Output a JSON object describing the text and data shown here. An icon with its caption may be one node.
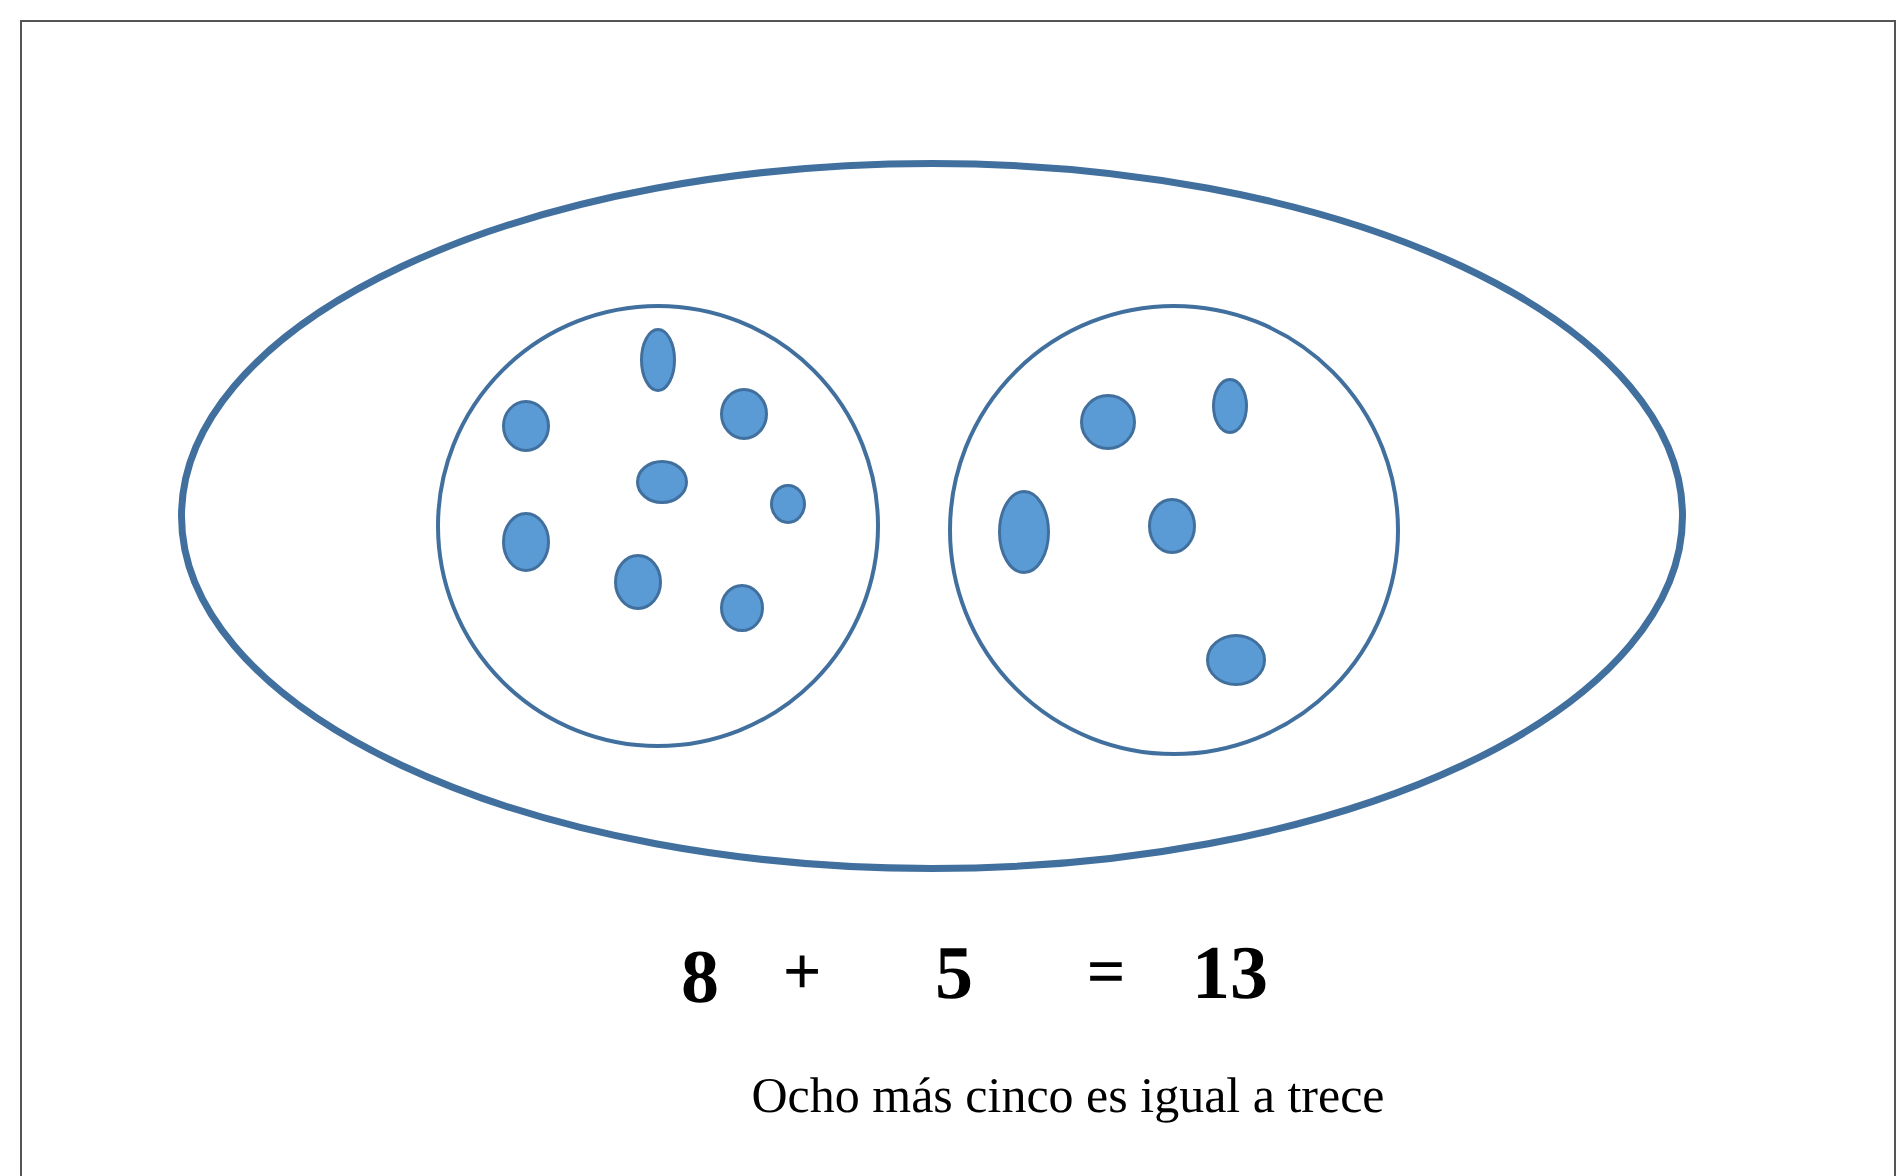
{
  "diagram": {
    "nodes": [
      {
        "text": [],
        "shape": "ellipse"
      },
      {
        "text": [],
        "shape": "circle",
        "in": 0
      },
      {
        "text": [],
        "shape": "circle",
        "in": 0
      },
      {
        "text": [],
        "shape": "ellipse",
        "in": 1
      },
      {
        "text": [],
        "shape": "ellipse",
        "in": 1
      },
      {
        "text": [],
        "shape": "ellipse",
        "in": 1
      },
      {
        "text": [],
        "shape": "ellipse",
        "in": 1
      },
      {
        "text": [],
        "shape": "ellipse",
        "in": 1
      },
      {
        "text": [],
        "shape": "ellipse",
        "in": 1
      },
      {
        "text": [],
        "shape": "ellipse",
        "in": 1
      },
      {
        "text": [],
        "shape": "ellipse",
        "in": 1
      },
      {
        "text": [],
        "shape": "ellipse",
        "in": 2
      },
      {
        "text": [],
        "shape": "ellipse",
        "in": 2
      },
      {
        "text": [],
        "shape": "ellipse",
        "in": 2
      },
      {
        "text": [],
        "shape": "ellipse",
        "in": 2
      },
      {
        "text": [],
        "shape": "ellipse",
        "in": 2
      }
    ],
    "labels": [
      "8",
      "+",
      "5",
      "=",
      "13",
      "Ocho más cinco es igual a trece"
    ]
  }
}
